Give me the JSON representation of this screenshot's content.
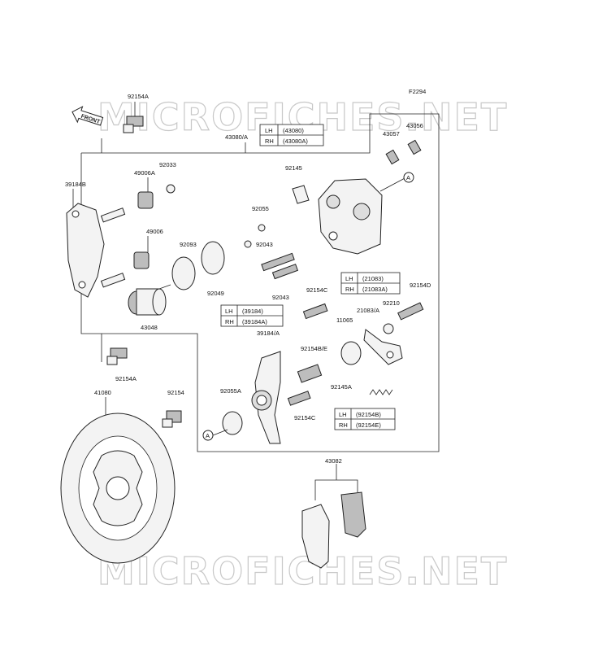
{
  "figure_code": "F2294",
  "watermark": "MICROFICHES.NET",
  "front_label": "FRONT",
  "ref_marker": "A",
  "part_labels": [
    {
      "id": "92154A_top",
      "text": "92154A"
    },
    {
      "id": "43080A",
      "text": "43080/A"
    },
    {
      "id": "43057",
      "text": "43057"
    },
    {
      "id": "43056",
      "text": "43056"
    },
    {
      "id": "39184B",
      "text": "39184B"
    },
    {
      "id": "49006A",
      "text": "49006A"
    },
    {
      "id": "92033",
      "text": "92033"
    },
    {
      "id": "92145",
      "text": "92145"
    },
    {
      "id": "92055",
      "text": "92055"
    },
    {
      "id": "49006",
      "text": "49006"
    },
    {
      "id": "92093",
      "text": "92093"
    },
    {
      "id": "92043a",
      "text": "92043"
    },
    {
      "id": "92049",
      "text": "92049"
    },
    {
      "id": "92043b",
      "text": "92043"
    },
    {
      "id": "92154C_top",
      "text": "92154C"
    },
    {
      "id": "92154D",
      "text": "92154D"
    },
    {
      "id": "92210",
      "text": "92210"
    },
    {
      "id": "43048",
      "text": "43048"
    },
    {
      "id": "21083A",
      "text": "21083/A"
    },
    {
      "id": "39184A",
      "text": "39184/A"
    },
    {
      "id": "11065",
      "text": "11065"
    },
    {
      "id": "92154BE",
      "text": "92154B/E"
    },
    {
      "id": "92154A_bot",
      "text": "92154A"
    },
    {
      "id": "92145A",
      "text": "92145A"
    },
    {
      "id": "41080",
      "text": "41080"
    },
    {
      "id": "92154",
      "text": "92154"
    },
    {
      "id": "92055A",
      "text": "92055A"
    },
    {
      "id": "92154C_bot",
      "text": "92154C"
    },
    {
      "id": "43082",
      "text": "43082"
    }
  ],
  "tables": [
    {
      "id": "t43080",
      "rows": [
        [
          "LH",
          "(43080)"
        ],
        [
          "RH",
          "(43080A)"
        ]
      ]
    },
    {
      "id": "t21083",
      "rows": [
        [
          "LH",
          "(21083)"
        ],
        [
          "RH",
          "(21083A)"
        ]
      ]
    },
    {
      "id": "t39184",
      "rows": [
        [
          "LH",
          "(39184)"
        ],
        [
          "RH",
          "(39184A)"
        ]
      ]
    },
    {
      "id": "t92154",
      "rows": [
        [
          "LH",
          "(92154B)"
        ],
        [
          "RH",
          "(92154E)"
        ]
      ]
    }
  ]
}
